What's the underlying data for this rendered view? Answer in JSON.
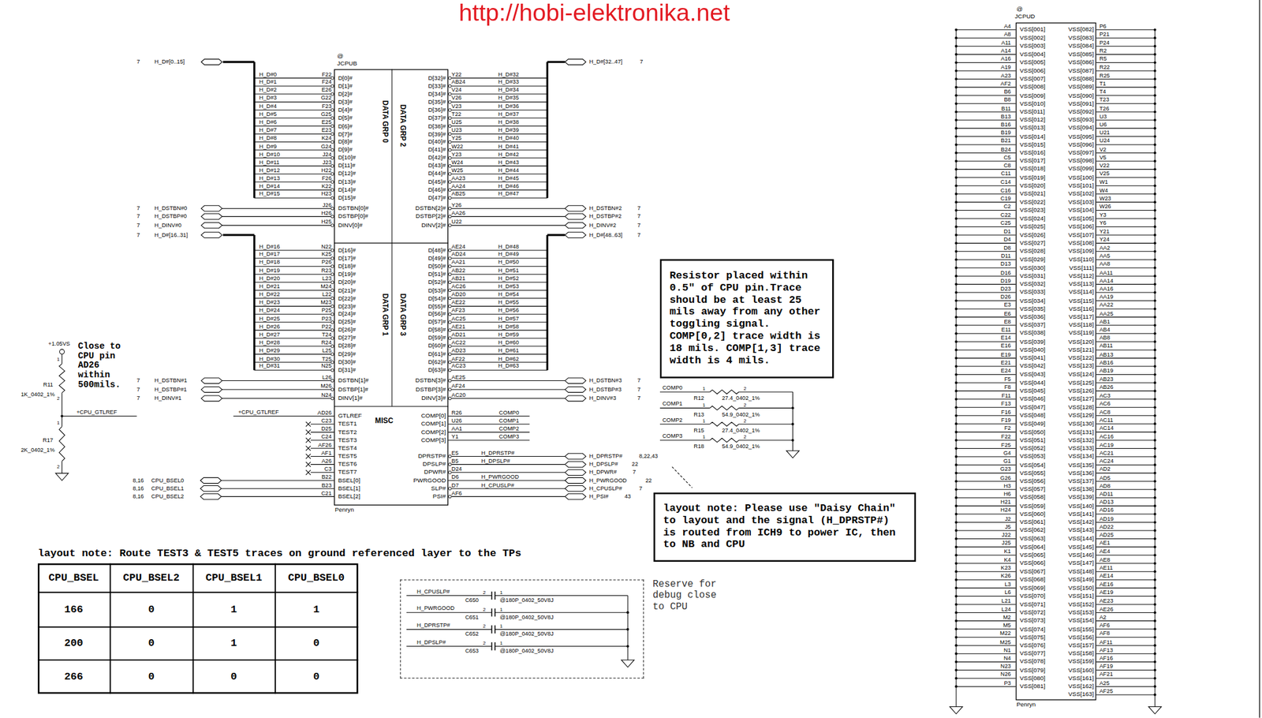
{
  "diagram": {
    "nodes": [
      {
        "text": [
          "@",
          "JCPUB",
          "DATA GRP 0",
          "DATA GRP 1",
          "DATA GRP 2",
          "DATA GRP 3",
          "MISC",
          "D[0]#",
          "D[1]#",
          "D[2]#",
          "D[3]#",
          "D[4]#",
          "D[5]#",
          "D[6]#",
          "D[7]#",
          "D[8]#",
          "D[9]#",
          "D[10]#",
          "D[11]#",
          "D[12]#",
          "D[13]#",
          "D[14]#",
          "D[15]#",
          "DSTBN[0]#",
          "DSTBP[0]#",
          "DINV[0]#",
          "D[16]#",
          "D[17]#",
          "D[18]#",
          "D[19]#",
          "D[20]#",
          "D[21]#",
          "D[22]#",
          "D[23]#",
          "D[24]#",
          "D[25]#",
          "D[26]#",
          "D[27]#",
          "D[28]#",
          "D[29]#",
          "D[30]#",
          "D[31]#",
          "DSTBN[1]#",
          "DSTBP[1]#",
          "DINV[1]#",
          "GTLREF",
          "TEST1",
          "TEST2",
          "TEST3",
          "TEST4",
          "TEST5",
          "TEST6",
          "TEST7",
          "BSEL[0]",
          "BSEL[1]",
          "BSEL[2]",
          "D[32]#",
          "D[33]#",
          "D[34]#",
          "D[35]#",
          "D[36]#",
          "D[37]#",
          "D[38]#",
          "D[39]#",
          "D[40]#",
          "D[41]#",
          "D[42]#",
          "D[43]#",
          "D[44]#",
          "D[45]#",
          "D[46]#",
          "D[47]#",
          "DSTBN[2]#",
          "DSTBP[2]#",
          "DINV[2]#",
          "D[48]#",
          "D[49]#",
          "D[50]#",
          "D[51]#",
          "D[52]#",
          "D[53]#",
          "D[54]#",
          "D[55]#",
          "D[56]#",
          "D[57]#",
          "D[58]#",
          "D[59]#",
          "D[60]#",
          "D[61]#",
          "D[62]#",
          "D[63]#",
          "DSTBN[3]#",
          "DSTBP[3]#",
          "DINV[3]#",
          "COMP[0]",
          "COMP[1]",
          "COMP[2]",
          "COMP[3]",
          "DPRSTP#",
          "DPSLP#",
          "DPWR#",
          "PWRGOOD",
          "SLP#",
          "PSI#",
          "Penryn"
        ]
      },
      {
        "text": [
          "Resistor placed within 0.5\" of CPU pin.Trace should be at least 25 mils away from any other toggling signal. COMP[0,2] trace width is 18 mils. COMP[1,3] trace width is 4 mils."
        ]
      },
      {
        "text": [
          "layout note: Please use \"Daisy Chain\" to layout and the signal (H_DPRSTP#) is routed from ICH9 to power IC, then to NB and CPU"
        ]
      },
      {
        "text": [
          "CPU_BSEL",
          "CPU_BSEL2",
          "CPU_BSEL1",
          "CPU_BSEL0",
          "166",
          "0",
          "1",
          "1",
          "200",
          "0",
          "1",
          "0",
          "266",
          "0",
          "0",
          "0"
        ]
      },
      {
        "text": [
          "H_CPUSLP#",
          "2",
          "1",
          "C650",
          "@180P_0402_50V8J",
          "H_PWRGOOD",
          "2",
          "1",
          "C651",
          "@180P_0402_50V8J",
          "H_DPRSTP#",
          "2",
          "1",
          "C652",
          "@180P_0402_50V8J",
          "H_DPSLP#",
          "2",
          "1",
          "C653",
          "@180P_0402_50V8J"
        ]
      },
      {
        "text": [
          "@",
          "JCPUD",
          "VSS[001]",
          "VSS[002]",
          "VSS[003]",
          "VSS[004]",
          "VSS[005]",
          "VSS[006]",
          "VSS[007]",
          "VSS[008]",
          "VSS[009]",
          "VSS[010]",
          "VSS[011]",
          "VSS[012]",
          "VSS[013]",
          "VSS[014]",
          "VSS[015]",
          "VSS[016]",
          "VSS[017]",
          "VSS[018]",
          "VSS[019]",
          "VSS[020]",
          "VSS[021]",
          "VSS[022]",
          "VSS[023]",
          "VSS[024]",
          "VSS[025]",
          "VSS[026]",
          "VSS[027]",
          "VSS[028]",
          "VSS[029]",
          "VSS[030]",
          "VSS[031]",
          "VSS[032]",
          "VSS[033]",
          "VSS[034]",
          "VSS[035]",
          "VSS[036]",
          "VSS[037]",
          "VSS[038]",
          "VSS[039]",
          "VSS[040]",
          "VSS[041]",
          "VSS[042]",
          "VSS[043]",
          "VSS[044]",
          "VSS[045]",
          "VSS[046]",
          "VSS[047]",
          "VSS[048]",
          "VSS[049]",
          "VSS[050]",
          "VSS[051]",
          "VSS[052]",
          "VSS[053]",
          "VSS[054]",
          "VSS[055]",
          "VSS[056]",
          "VSS[057]",
          "VSS[058]",
          "VSS[059]",
          "VSS[060]",
          "VSS[061]",
          "VSS[062]",
          "VSS[063]",
          "VSS[064]",
          "VSS[065]",
          "VSS[066]",
          "VSS[067]",
          "VSS[068]",
          "VSS[069]",
          "VSS[070]",
          "VSS[071]",
          "VSS[072]",
          "VSS[073]",
          "VSS[074]",
          "VSS[075]",
          "VSS[076]",
          "VSS[077]",
          "VSS[078]",
          "VSS[079]",
          "VSS[080]",
          "VSS[081]",
          "VSS[082]",
          "VSS[083]",
          "VSS[084]",
          "VSS[085]",
          "VSS[086]",
          "VSS[087]",
          "VSS[088]",
          "VSS[089]",
          "VSS[090]",
          "VSS[091]",
          "VSS[092]",
          "VSS[093]",
          "VSS[094]",
          "VSS[095]",
          "VSS[096]",
          "VSS[097]",
          "VSS[098]",
          "VSS[099]",
          "VSS[100]",
          "VSS[101]",
          "VSS[102]",
          "VSS[103]",
          "VSS[104]",
          "VSS[105]",
          "VSS[106]",
          "VSS[107]",
          "VSS[108]",
          "VSS[109]",
          "VSS[110]",
          "VSS[111]",
          "VSS[112]",
          "VSS[113]",
          "VSS[114]",
          "VSS[115]",
          "VSS[116]",
          "VSS[117]",
          "VSS[118]",
          "VSS[119]",
          "VSS[120]",
          "VSS[121]",
          "VSS[122]",
          "VSS[123]",
          "VSS[124]",
          "VSS[125]",
          "VSS[126]",
          "VSS[127]",
          "VSS[128]",
          "VSS[129]",
          "VSS[130]",
          "VSS[131]",
          "VSS[132]",
          "VSS[133]",
          "VSS[134]",
          "VSS[135]",
          "VSS[136]",
          "VSS[137]",
          "VSS[138]",
          "VSS[139]",
          "VSS[140]",
          "VSS[141]",
          "VSS[142]",
          "VSS[143]",
          "VSS[144]",
          "VSS[145]",
          "VSS[146]",
          "VSS[147]",
          "VSS[148]",
          "VSS[149]",
          "VSS[150]",
          "VSS[151]",
          "VSS[152]",
          "VSS[153]",
          "VSS[154]",
          "VSS[155]",
          "VSS[156]",
          "VSS[157]",
          "VSS[158]",
          "VSS[159]",
          "VSS[160]",
          "VSS[161]",
          "VSS[162]",
          "VSS[163]",
          "Penryn"
        ]
      }
    ],
    "labels": [
      "http://hobi-elektronika.net",
      "7",
      "H_D#[0..15]",
      "H_D#0",
      "H_D#1",
      "H_D#2",
      "H_D#3",
      "H_D#4",
      "H_D#5",
      "H_D#6",
      "H_D#7",
      "H_D#8",
      "H_D#9",
      "H_D#10",
      "H_D#11",
      "H_D#12",
      "H_D#13",
      "H_D#14",
      "H_D#15",
      "F22",
      "F24",
      "E26",
      "G22",
      "F23",
      "G25",
      "E25",
      "E23",
      "K24",
      "G24",
      "J24",
      "J23",
      "H22",
      "F26",
      "K22",
      "H23",
      "7",
      "H_DSTBN#0",
      "7",
      "H_DSTBP#0",
      "7",
      "H_DINV#0",
      "7",
      "H_D#[16..31]",
      "J26",
      "H26",
      "H25",
      "H_D#16",
      "H_D#17",
      "H_D#18",
      "H_D#19",
      "H_D#20",
      "H_D#21",
      "H_D#22",
      "H_D#23",
      "H_D#24",
      "H_D#25",
      "H_D#26",
      "H_D#27",
      "H_D#28",
      "H_D#29",
      "H_D#30",
      "H_D#31",
      "N22",
      "K25",
      "P26",
      "R23",
      "L23",
      "M24",
      "L22",
      "M23",
      "P25",
      "P23",
      "P22",
      "T24",
      "R24",
      "L25",
      "T25",
      "N25",
      "7",
      "H_DSTBN#1",
      "7",
      "H_DSTBP#1",
      "7",
      "H_DINV#1",
      "L26",
      "M26",
      "N24",
      "+CPU_GTLREF",
      "AD26",
      "C23",
      "D25",
      "C24",
      "AF26",
      "AF1",
      "A26",
      "C3",
      "8,16",
      "CPU_BSEL0",
      "8,16",
      "CPU_BSEL1",
      "8,16",
      "CPU_BSEL2",
      "B22",
      "B23",
      "C21",
      "H_D#[32..47]",
      "7",
      "H_D#32",
      "H_D#33",
      "H_D#34",
      "H_D#35",
      "H_D#36",
      "H_D#37",
      "H_D#38",
      "H_D#39",
      "H_D#40",
      "H_D#41",
      "H_D#42",
      "H_D#43",
      "H_D#44",
      "H_D#45",
      "H_D#46",
      "H_D#47",
      "Y22",
      "AB24",
      "V24",
      "V26",
      "V23",
      "T22",
      "U25",
      "U23",
      "Y25",
      "W22",
      "Y23",
      "W24",
      "W25",
      "AA23",
      "AA24",
      "AB25",
      "Y26",
      "AA26",
      "U22",
      "H_DSTBN#2",
      "7",
      "H_DSTBP#2",
      "7",
      "H_DINV#2",
      "7",
      "H_D#[48..63]",
      "7",
      "H_D#48",
      "H_D#49",
      "H_D#50",
      "H_D#51",
      "H_D#52",
      "H_D#53",
      "H_D#54",
      "H_D#55",
      "H_D#56",
      "H_D#57",
      "H_D#58",
      "H_D#59",
      "H_D#60",
      "H_D#61",
      "H_D#62",
      "H_D#63",
      "AE24",
      "AD24",
      "AA21",
      "AB22",
      "AB21",
      "AC26",
      "AD20",
      "AE22",
      "AF23",
      "AC25",
      "AE21",
      "AD21",
      "AC22",
      "AD23",
      "AF22",
      "AC23",
      "AE25",
      "AF24",
      "AC20",
      "H_DSTBN#3",
      "7",
      "H_DSTBP#3",
      "7",
      "H_DINV#3",
      "7",
      "R26",
      "U26",
      "AA1",
      "Y1",
      "E5",
      "B5",
      "D24",
      "D6",
      "D7",
      "AF6",
      "COMP0",
      "COMP1",
      "COMP2",
      "COMP3",
      "H_DPRSTP#",
      "H_DPSLP#",
      "H_PWRGOOD",
      "H_CPUSLP#",
      "H_DPRSTP#",
      "8,22,43",
      "H_DPSLP#",
      "22",
      "H_DPWR#",
      "7",
      "H_PWRGOOD",
      "22",
      "H_CPUSLP#",
      "7",
      "H_PSI#",
      "43",
      "+1.05VS",
      "Close to CPU pin AD26 within 500mils.",
      "R11",
      "1K_0402_1%",
      "1",
      "2",
      "+CPU_GTLREF",
      "R17",
      "2K_0402_1%",
      "1",
      "2",
      "COMP0",
      "1",
      "2",
      "R12",
      "27.4_0402_1%",
      "COMP1",
      "1",
      "2",
      "R13",
      "54.9_0402_1%",
      "COMP2",
      "1",
      "2",
      "R15",
      "27.4_0402_1%",
      "COMP3",
      "1",
      "2",
      "R18",
      "54.9_0402_1%",
      "layout note: Route TEST3 & TEST5 traces on ground referenced layer to the TPs",
      "Reserve for debug close to CPU",
      "A4",
      "A8",
      "A11",
      "A14",
      "A16",
      "A19",
      "A23",
      "AF2",
      "B6",
      "B8",
      "B11",
      "B13",
      "B16",
      "B19",
      "B21",
      "B24",
      "C5",
      "C8",
      "C11",
      "C14",
      "C16",
      "C19",
      "C2",
      "C22",
      "C25",
      "D1",
      "D4",
      "D8",
      "D11",
      "D13",
      "D16",
      "D19",
      "D23",
      "D26",
      "E3",
      "E6",
      "E8",
      "E11",
      "E14",
      "E16",
      "E19",
      "E21",
      "E24",
      "F5",
      "F8",
      "F11",
      "F13",
      "F16",
      "F19",
      "F2",
      "F22",
      "F25",
      "G4",
      "G1",
      "G23",
      "G26",
      "H3",
      "H6",
      "H21",
      "H24",
      "J2",
      "J5",
      "J22",
      "J25",
      "K1",
      "K4",
      "K23",
      "K26",
      "L3",
      "L6",
      "L21",
      "L24",
      "M2",
      "M5",
      "M22",
      "M25",
      "N1",
      "N4",
      "N23",
      "N26",
      "P3",
      "P6",
      "P21",
      "P24",
      "R2",
      "R5",
      "R22",
      "R25",
      "T1",
      "T4",
      "T23",
      "T26",
      "U3",
      "U6",
      "U21",
      "U24",
      "V2",
      "V5",
      "V22",
      "V25",
      "W1",
      "W4",
      "W23",
      "W26",
      "Y3",
      "Y6",
      "Y21",
      "Y24",
      "AA2",
      "AA5",
      "AA8",
      "AA11",
      "AA14",
      "AA16",
      "AA19",
      "AA22",
      "AA25",
      "AB1",
      "AB4",
      "AB8",
      "AB11",
      "AB13",
      "AB16",
      "AB19",
      "AB23",
      "AB26",
      "AC3",
      "AC6",
      "AC8",
      "AC11",
      "AC14",
      "AC16",
      "AC19",
      "AC21",
      "AC24",
      "AD2",
      "AD5",
      "AD8",
      "AD11",
      "AD13",
      "AD16",
      "AD19",
      "AD22",
      "AD25",
      "AE1",
      "AE4",
      "AE8",
      "AE11",
      "AE14",
      "AE16",
      "AE19",
      "AE23",
      "AE26",
      "A2",
      "AF6",
      "AF8",
      "AF11",
      "AF13",
      "AF16",
      "AF19",
      "AF21",
      "A25",
      "AF25"
    ]
  }
}
